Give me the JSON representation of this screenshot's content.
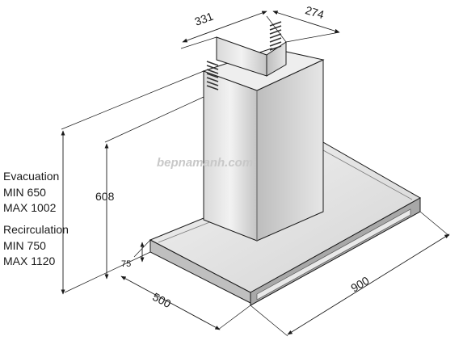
{
  "dimensions": {
    "chimney_width": "331",
    "chimney_depth": "274",
    "chimney_height": "608",
    "canopy_thickness": "75",
    "hood_depth": "500",
    "hood_width": "900"
  },
  "mount_heights": {
    "evacuation": {
      "title": "Evacuation",
      "min": "MIN 650",
      "max": "MAX 1002"
    },
    "recirculation": {
      "title": "Recirculation",
      "min": "MIN 750",
      "max": "MAX 1120"
    }
  },
  "watermark": "bepnamanh.com",
  "colors": {
    "steel_light": "#ebebeb",
    "steel_mid": "#cfcfcf",
    "steel_dark": "#9a9a9a",
    "outline": "#1a1a1a"
  }
}
